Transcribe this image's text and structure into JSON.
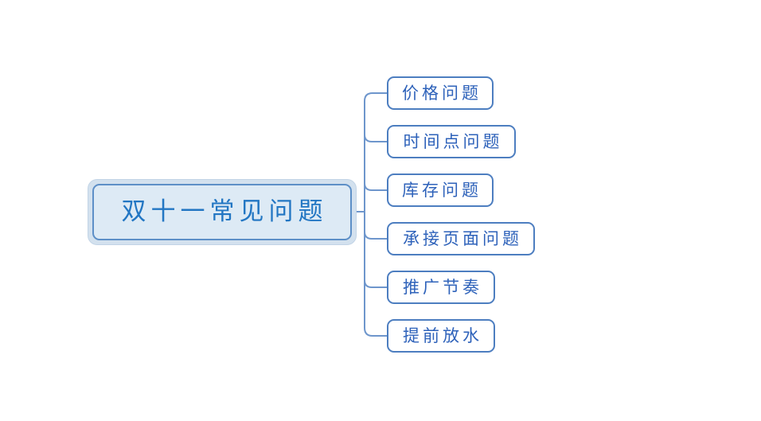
{
  "diagram": {
    "type": "mindmap",
    "central": {
      "label": "双十一常见问题"
    },
    "children": [
      {
        "label": "价格问题"
      },
      {
        "label": "时间点问题"
      },
      {
        "label": "库存问题"
      },
      {
        "label": "承接页面问题"
      },
      {
        "label": "推广节奏"
      },
      {
        "label": "提前放水"
      }
    ],
    "colors": {
      "background": "#ffffff",
      "connector_line": "#6e96cc",
      "child_border": "#4d7ec0",
      "child_text": "#2e62ba",
      "central_fill": "#ddeaf5",
      "central_border": "#5d8fc7",
      "central_text": "#2276c3",
      "selection_halo_fill": "#d3e1ee",
      "selection_halo_border": "#c2d4e6"
    }
  }
}
